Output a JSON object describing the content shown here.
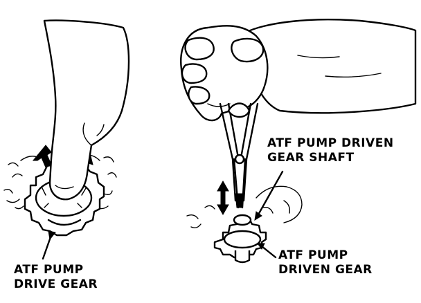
{
  "labels": {
    "drive_gear": [
      "ATF PUMP",
      "DRIVE GEAR"
    ],
    "driven_gear_shaft": [
      "ATF PUMP DRIVEN",
      "GEAR SHAFT"
    ],
    "driven_gear": [
      "ATF PUMP",
      "DRIVEN GEAR"
    ]
  },
  "icons": {
    "finger": "pointing-finger-icon",
    "rotation": "rotation-arrow-icon",
    "up_down": "up-down-arrow-icon",
    "pliers": "pliers-icon"
  }
}
